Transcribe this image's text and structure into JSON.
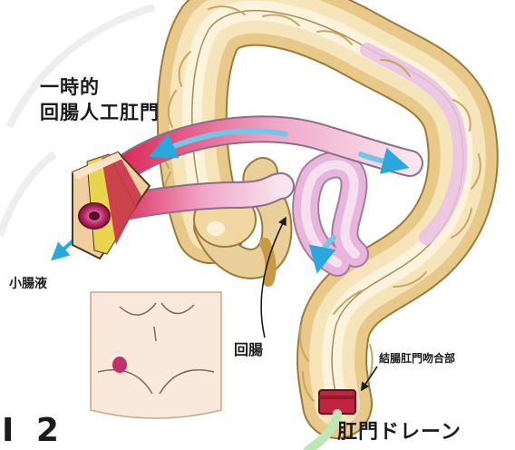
{
  "labels": {
    "stoma_line1": "一時的",
    "stoma_line2": "回腸人工肛門",
    "small_intestine_fluid": "小腸液",
    "ileum": "回腸",
    "anastomosis": "結腸肛門吻合部",
    "anal_drain": "肛門ドレーン",
    "figure_number": "I 2"
  },
  "colors": {
    "colon_fill": "#f3dfae",
    "colon_shade": "#e3c07c",
    "colon_light": "#fcf3dd",
    "mucosa_pink": "#e6b7dd",
    "flow_blue": "#74c6e8",
    "stoma_red": "#b0245b",
    "drain_green": "#bde7b4",
    "skin": "#f6ddc9",
    "abdomen_skin": "#f9e9dc",
    "text": "#1b1b1b"
  },
  "icons": [
    "flow-arrow-icon",
    "pointer-arrow-icon"
  ]
}
